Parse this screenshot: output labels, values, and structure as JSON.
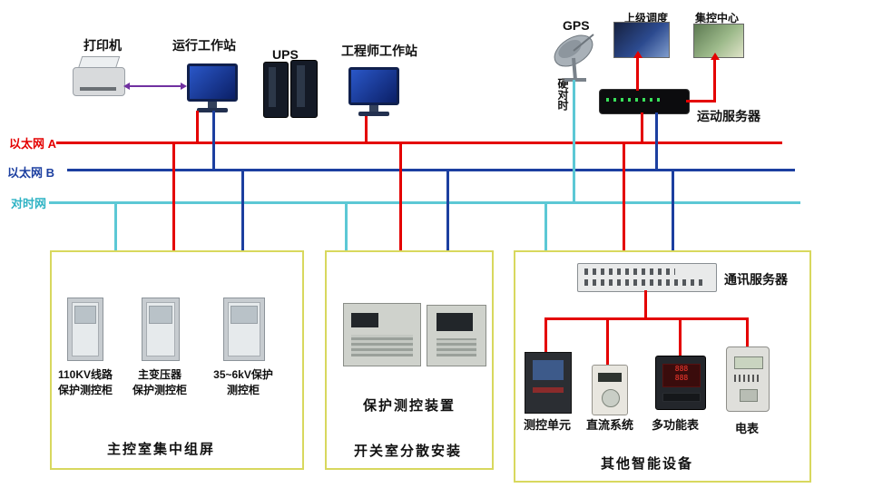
{
  "colors": {
    "ethernet_a": "#e40000",
    "ethernet_b": "#1c3fa0",
    "time_net": "#5cc8d5",
    "printer_link": "#7030a0",
    "box_border": "#d8d85e"
  },
  "top_devices": {
    "printer": "打印机",
    "operator_ws": "运行工作站",
    "ups": "UPS",
    "engineer_ws": "工程师工作站",
    "gps": "GPS",
    "dispatch": "上级调度",
    "control_center": "集控中心",
    "rtu_server": "运动服务器",
    "hard_timing": "硬对时"
  },
  "buses": {
    "ethernet_a": "以太网 A",
    "ethernet_b": "以太网 B",
    "time_net": "对时网"
  },
  "box1": {
    "title": "主控室集中组屏",
    "cabinets": [
      {
        "line1": "110KV线路",
        "line2": "保护测控柜"
      },
      {
        "line1": "主变压器",
        "line2": "保护测控柜"
      },
      {
        "line1": "35~6kV保护",
        "line2": "测控柜"
      }
    ]
  },
  "box2": {
    "title": "开关室分散安装",
    "device_label": "保护测控装置"
  },
  "box3": {
    "title": "其他智能设备",
    "server_label": "通讯服务器",
    "devices": [
      {
        "label": "测控单元"
      },
      {
        "label": "直流系统"
      },
      {
        "label": "多功能表"
      },
      {
        "label": "电表"
      }
    ]
  }
}
